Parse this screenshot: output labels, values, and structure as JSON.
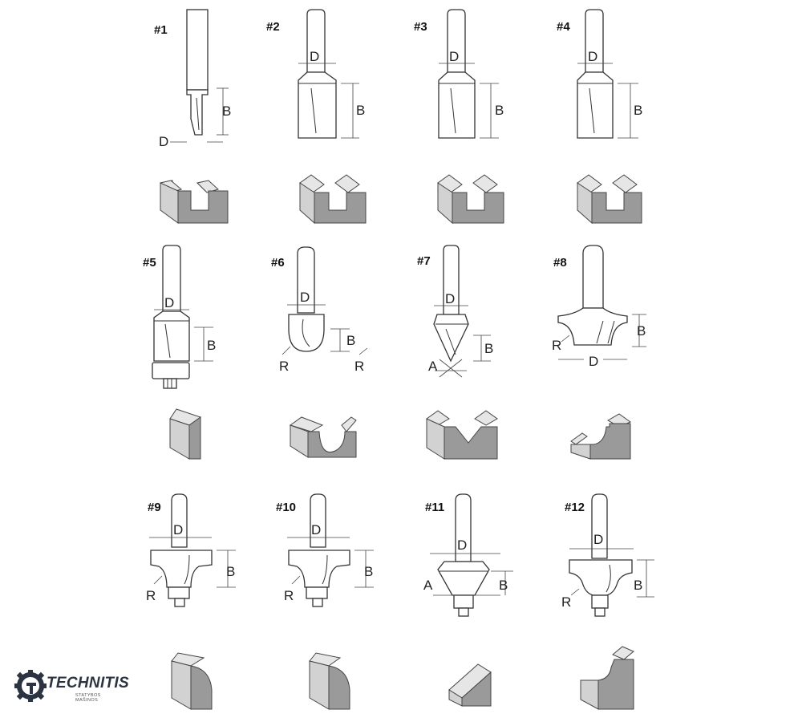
{
  "bits": [
    {
      "label": "#1"
    },
    {
      "label": "#2"
    },
    {
      "label": "#3"
    },
    {
      "label": "#4"
    },
    {
      "label": "#5"
    },
    {
      "label": "#6"
    },
    {
      "label": "#7"
    },
    {
      "label": "#8"
    },
    {
      "label": "#9"
    },
    {
      "label": "#10"
    },
    {
      "label": "#11"
    },
    {
      "label": "#12"
    }
  ],
  "dims": {
    "d": "D",
    "b": "B",
    "r": "R",
    "a": "A"
  },
  "logo": {
    "name": "TECHNITIS",
    "tagline": "STATYBOS MAŠINOS",
    "icon": "gear-icon"
  },
  "colors": {
    "profile_face": "#9a9a9a",
    "profile_top": "#e6e6e6",
    "profile_side": "#d2d2d2",
    "line": "#333333"
  }
}
